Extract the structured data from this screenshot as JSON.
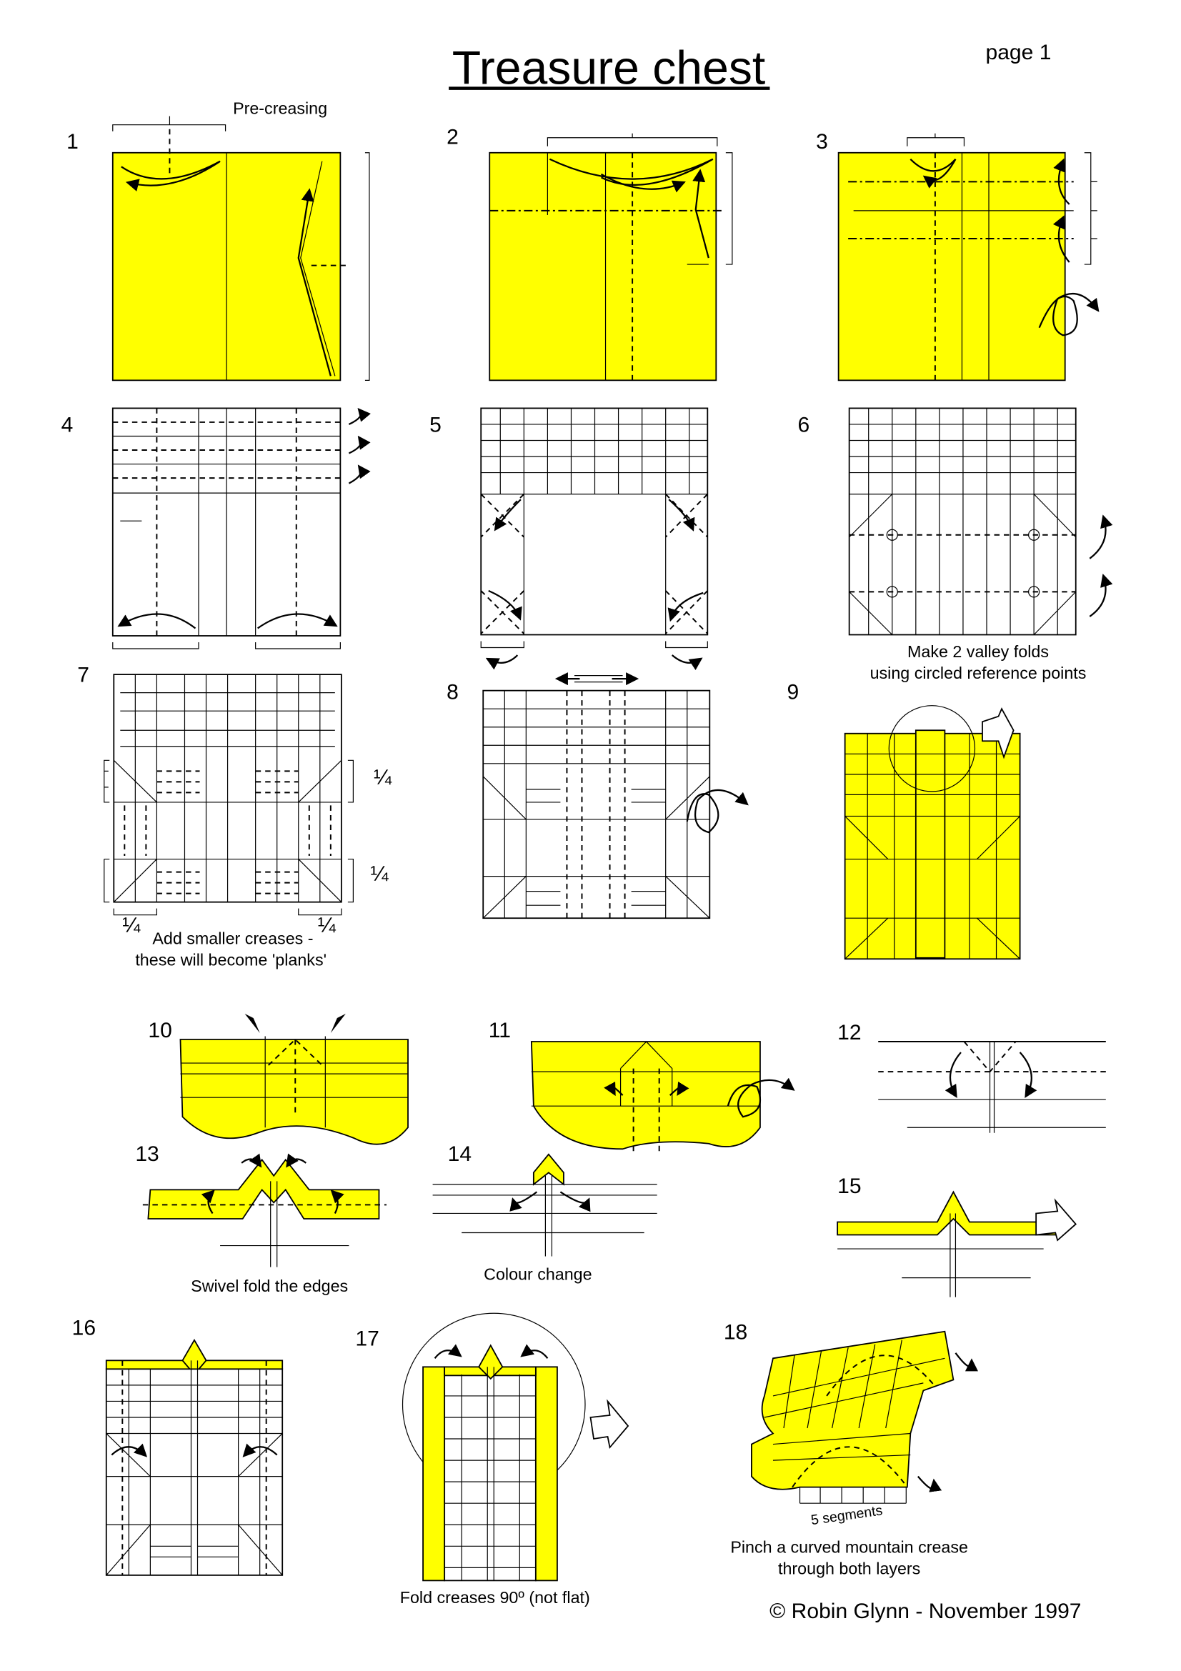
{
  "header": {
    "title": "Treasure chest",
    "page_label": "page 1"
  },
  "steps": [
    {
      "number": "1",
      "caption": "Pre-creasing"
    },
    {
      "number": "2"
    },
    {
      "number": "3"
    },
    {
      "number": "4"
    },
    {
      "number": "5"
    },
    {
      "number": "6",
      "caption_lines": [
        "Make 2 valley folds",
        "using circled reference points"
      ]
    },
    {
      "number": "7",
      "caption_lines": [
        "Add smaller creases -",
        "these will become 'planks'"
      ],
      "fraction_label": "¼"
    },
    {
      "number": "8"
    },
    {
      "number": "9"
    },
    {
      "number": "10"
    },
    {
      "number": "11"
    },
    {
      "number": "12"
    },
    {
      "number": "13",
      "caption": "Swivel fold the edges"
    },
    {
      "number": "14",
      "caption": "Colour change"
    },
    {
      "number": "15"
    },
    {
      "number": "16"
    },
    {
      "number": "17",
      "caption": "Fold creases 90º (not flat)"
    },
    {
      "number": "18",
      "segments_label": "5 segments",
      "caption_lines": [
        "Pinch a curved mountain crease",
        "through both layers"
      ]
    }
  ],
  "footer": {
    "copyright": "© Robin Glynn - November 1997"
  },
  "colors": {
    "paper": "#ffff00",
    "line": "#000000"
  }
}
